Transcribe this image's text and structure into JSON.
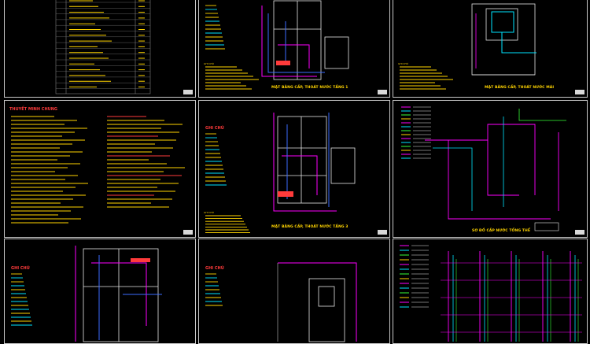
{
  "sheets": {
    "index": {
      "legend": []
    },
    "floor1": {
      "title": "MẶT BẰNG CẤP, THOÁT NƯỚC TẦNG 1",
      "note": "GHI CHÚ",
      "legend_title": "",
      "legend": []
    },
    "roof": {
      "title": "MẶT BẰNG CẤP, THOÁT NƯỚC MÁI",
      "note": "GHI CHÚ"
    },
    "spec": {
      "heading": "THUYẾT MINH CHUNG"
    },
    "floor3": {
      "title": "MẶT BẰNG CẤP, THOÁT NƯỚC TẦNG 3",
      "note": "GHI CHÚ",
      "legend_title": "GHI CHÚ"
    },
    "riser": {
      "title": "SƠ ĐỒ CẤP NƯỚC TỔNG THỂ"
    },
    "plan_bl": {
      "legend_title": "GHI CHÚ"
    },
    "plan_bm": {
      "legend_title": "GHI CHÚ"
    },
    "riser2": {}
  },
  "colors": {
    "sheet_border": "#c9c9c9",
    "text_yellow": "#ffd400",
    "red": "#ff3b3b",
    "magenta": "#ff00ff",
    "cyan": "#00e5ff",
    "blue": "#3d6bff",
    "green": "#37ff37",
    "white": "#e6e6e6"
  }
}
